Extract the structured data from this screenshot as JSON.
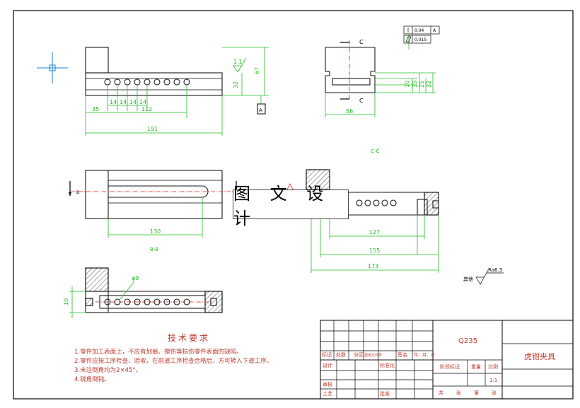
{
  "watermark": "图 文 设 计",
  "material": "Q235",
  "part_name": "虎钳夹具",
  "scale": "1:1",
  "section_labels": {
    "cc": "C-C",
    "bb": "B-B",
    "cut_c": "C",
    "cut_b": "B"
  },
  "roughness": {
    "main": "1.1",
    "other_label": "其他",
    "other_value": "Ra6.3"
  },
  "tolerance": {
    "flatness": "0.04",
    "flatness_ref": "A",
    "parallel": "0.015",
    "datum": "A"
  },
  "front_dims": {
    "pitch": "14",
    "first_offset": "35",
    "span": "112",
    "overall": "191",
    "height": "67",
    "mid": "32"
  },
  "side_dims": {
    "width": "56",
    "h1": "10",
    "h2": "35",
    "h3": "25",
    "h4": "32"
  },
  "top_dims": {
    "slot": "130"
  },
  "sect_dims": {
    "d1": "127",
    "d2": "155",
    "d3": "173"
  },
  "lower_dims": {
    "hole": "φ9",
    "h": "10"
  },
  "tech_title": "技术要求",
  "tech_notes": [
    "1.零件加工表面上，不应有划痕、擦伤等损伤零件表面的缺陷。",
    "2.零件应按工序检查、验收，在前道工序检查合格后，方可转入下道工序。",
    "3.未注倒角均为2×45°。",
    "4.锐角倒钝。"
  ],
  "title_block": {
    "row_labels": [
      "标记",
      "处数",
      "分区",
      "更改文件号",
      "签名",
      "年、月、日"
    ],
    "design": "设计",
    "standard": "标准化",
    "stage": "阶段标记",
    "weight": "重量",
    "ratio": "比例",
    "review": "审核",
    "process": "工艺",
    "approve": "批准",
    "sheets": [
      "共",
      "张",
      "第",
      "张"
    ]
  }
}
